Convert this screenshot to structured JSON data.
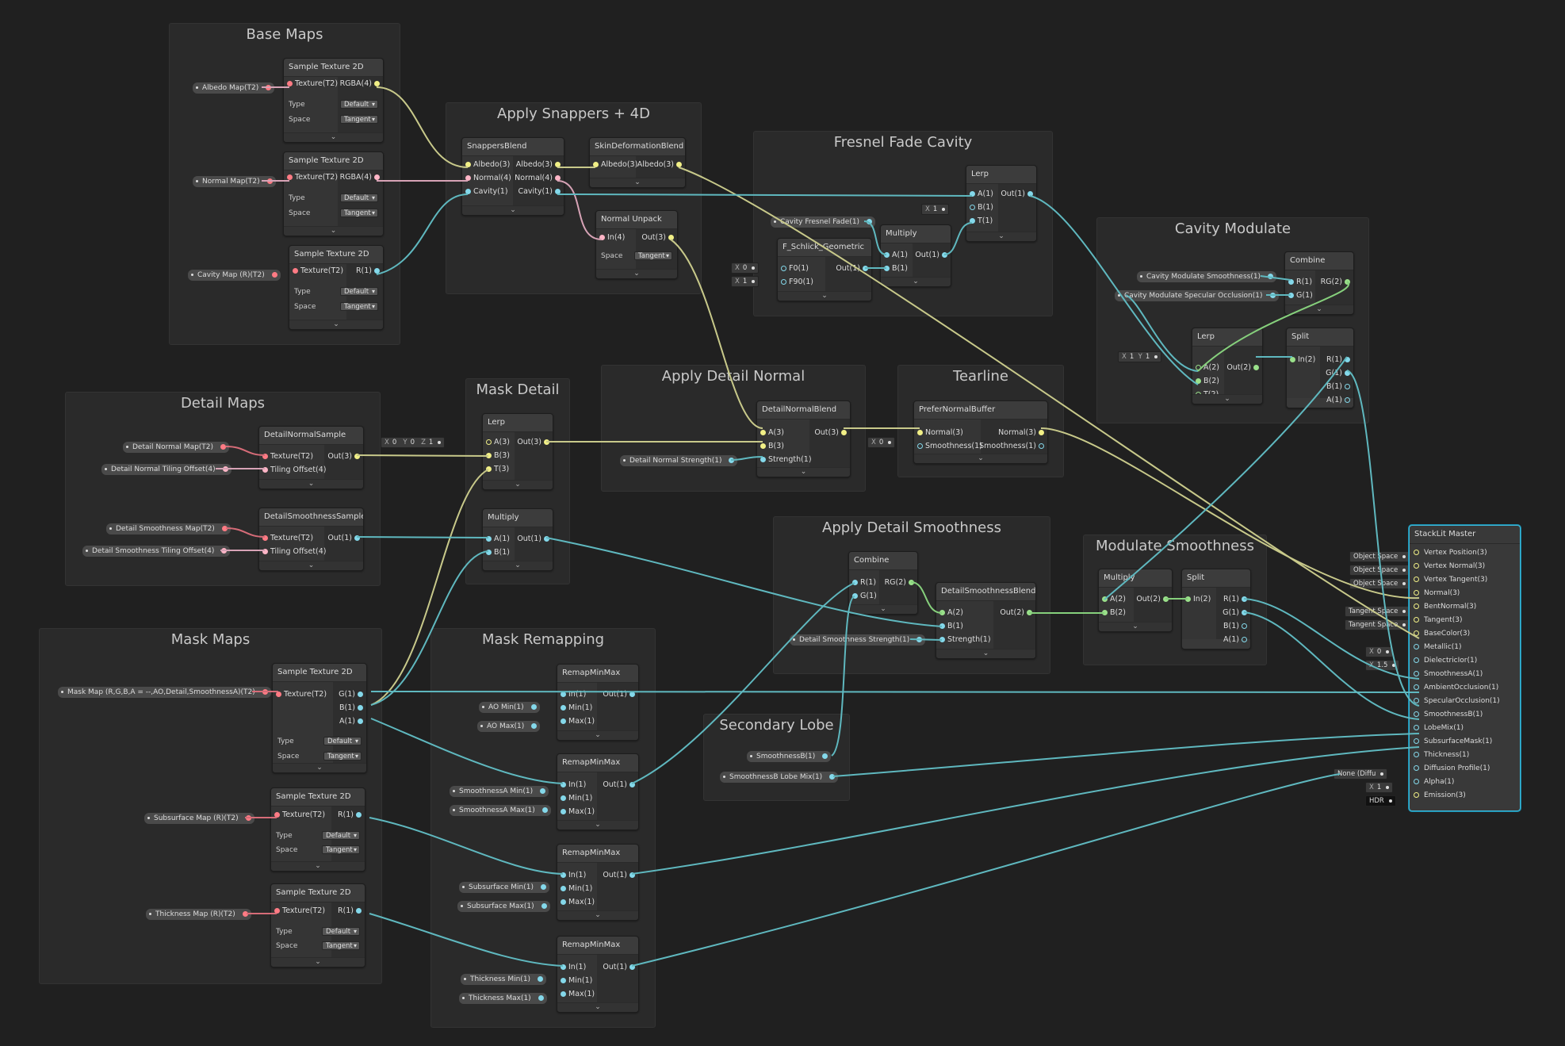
{
  "groups": [
    {
      "title": "Base Maps"
    },
    {
      "title": "Apply Snappers + 4D"
    },
    {
      "title": "Fresnel Fade Cavity"
    },
    {
      "title": "Cavity Modulate"
    },
    {
      "title": "Detail Maps"
    },
    {
      "title": "Mask Detail"
    },
    {
      "title": "Apply Detail Normal"
    },
    {
      "title": "Tearline"
    },
    {
      "title": "Apply Detail Smoothness"
    },
    {
      "title": "Modulate Smoothness"
    },
    {
      "title": "Mask Maps"
    },
    {
      "title": "Mask Remapping"
    },
    {
      "title": "Secondary Lobe"
    }
  ],
  "ports": {
    "texture": "Texture(T2)",
    "rgba4": "RGBA(4)",
    "r1": "R(1)",
    "g1": "G(1)",
    "b1": "B(1)",
    "a1": "A(1)",
    "albedo3": "Albedo(3)",
    "normal4": "Normal(4)",
    "cavity1": "Cavity(1)",
    "in4": "In(4)",
    "out3": "Out(3)",
    "out1": "Out(1)",
    "out2": "Out(2)",
    "a3": "A(3)",
    "b3": "B(3)",
    "t3": "T(3)",
    "a_1": "A(1)",
    "b_1": "B(1)",
    "t1": "T(1)",
    "a2": "A(2)",
    "b2": "B(2)",
    "t2": "T(2)",
    "in2": "In(2)",
    "rg2": "RG(2)",
    "f01": "F0(1)",
    "f901": "F90(1)",
    "tiling4": "Tiling Offset(4)",
    "strength1": "Strength(1)",
    "normal3": "Normal(3)",
    "smoothness1": "Smoothness(1)",
    "in1": "In(1)",
    "min1": "Min(1)",
    "max1": "Max(1)"
  },
  "props": {
    "type": "Type",
    "space": "Space",
    "default": "Default",
    "tangent": "Tangent",
    "foot": "⌄"
  },
  "nodes": {
    "sample_texture": "Sample Texture 2D",
    "snappers": "SnappersBlend",
    "skin": "SkinDeformationBlend",
    "normal_unpack": "Normal Unpack",
    "lerp": "Lerp",
    "multiply": "Multiply",
    "fschlick": "F_Schlick_Geometric",
    "combine": "Combine",
    "split": "Split",
    "detail_normal_sample": "DetailNormalSample",
    "detail_smoothness_sample": "DetailSmoothnessSample",
    "detail_normal_blend": "DetailNormalBlend",
    "prefer_normal_buffer": "PreferNormalBuffer",
    "detail_smoothness_blend": "DetailSmoothnessBlend",
    "remap": "RemapMinMax",
    "master": "StackLit Master"
  },
  "properties": {
    "albedo_map": "Albedo Map(T2)",
    "normal_map": "Normal Map(T2)",
    "cavity_map": "Cavity Map (R)(T2)",
    "cavity_fresnel": "Cavity Fresnel Fade(1)",
    "cavity_mod_smooth": "Cavity Modulate Smoothness(1)",
    "cavity_mod_spec": "Cavity Modulate Specular Occlusion(1)",
    "detail_normal_map": "Detail Normal Map(T2)",
    "detail_normal_tiling": "Detail Normal Tiling Offset(4)",
    "detail_smooth_map": "Detail Smoothness Map(T2)",
    "detail_smooth_tiling": "Detail Smoothness Tiling Offset(4)",
    "detail_normal_strength": "Detail Normal Strength(1)",
    "detail_smooth_strength": "Detail Smoothness Strength(1)",
    "mask_map": "Mask Map (R,G,B,A = --,AO,Detail,SmoothnessA)(T2)",
    "subsurface_map": "Subsurface Map (R)(T2)",
    "thickness_map": "Thickness Map (R)(T2)",
    "ao_min": "AO Min(1)",
    "ao_max": "AO Max(1)",
    "sa_min": "SmoothnessA Min(1)",
    "sa_max": "SmoothnessA Max(1)",
    "ss_min": "Subsurface Min(1)",
    "ss_max": "Subsurface Max(1)",
    "th_min": "Thickness Min(1)",
    "th_max": "Thickness Max(1)",
    "smoothness_b": "SmoothnessB(1)",
    "smoothness_b_lobe": "SmoothnessB Lobe Mix(1)"
  },
  "values": {
    "x": "X",
    "y": "Y",
    "z": "Z",
    "zero": "0",
    "one": "1",
    "one_five": "1.5",
    "object_space": "Object Space",
    "tangent_space": "Tangent Space",
    "none_diff": "None (Diffu",
    "hdr": "HDR"
  },
  "master_ports": [
    "Vertex Position(3)",
    "Vertex Normal(3)",
    "Vertex Tangent(3)",
    "Normal(3)",
    "BentNormal(3)",
    "Tangent(3)",
    "BaseColor(3)",
    "Metallic(1)",
    "DielectricIor(1)",
    "SmoothnessA(1)",
    "AmbientOcclusion(1)",
    "SpecularOcclusion(1)",
    "SmoothnessB(1)",
    "LobeMix(1)",
    "SubsurfaceMask(1)",
    "Thickness(1)",
    "Diffusion Profile(1)",
    "Alpha(1)",
    "Emission(3)"
  ],
  "colors": {
    "bg": "#202020",
    "group": "#2a2a2a",
    "node": "#393939",
    "wire_cyan": "#5fb8bf",
    "wire_yellow": "#c8c98a",
    "wire_pink": "#d7a3b6",
    "selected": "#3db8d8"
  }
}
